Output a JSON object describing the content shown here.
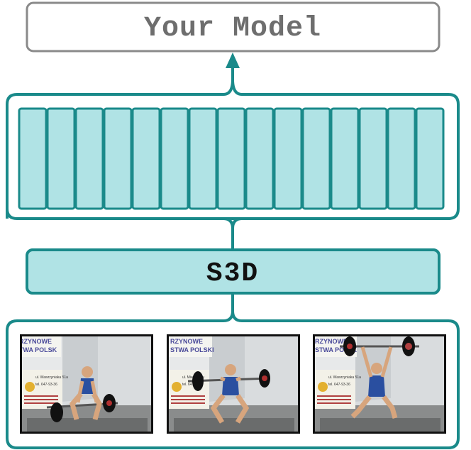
{
  "model_box": {
    "label": "Your Model"
  },
  "features": {
    "cell_count": 15
  },
  "encoder": {
    "label": "S3D"
  },
  "frames": [
    {
      "banner_lines": [
        "RZYNOWE",
        "TWA POLSK"
      ],
      "sign_lines": [
        "ul. Wawrzyniaka 51a",
        "tel. 647-93-36"
      ],
      "pose": "start"
    },
    {
      "banner_lines": [
        "RZYNOWE",
        "STWA POLSKI"
      ],
      "sign_lines": [
        "ul. Mieszkowy",
        "tel. 647"
      ],
      "pose": "pull"
    },
    {
      "banner_lines": [
        "RZYNOWE",
        "STWA POLSK"
      ],
      "sign_lines": [
        "ul. Wawrzyniaka 51a",
        "tel. 647-93-36"
      ],
      "pose": "overhead"
    }
  ],
  "colors": {
    "accent": "#1a8a8a",
    "fill": "#b0e3e5",
    "model_border": "#8a8a8a",
    "model_text": "#6e6e6e",
    "encoder_text": "#111111"
  }
}
